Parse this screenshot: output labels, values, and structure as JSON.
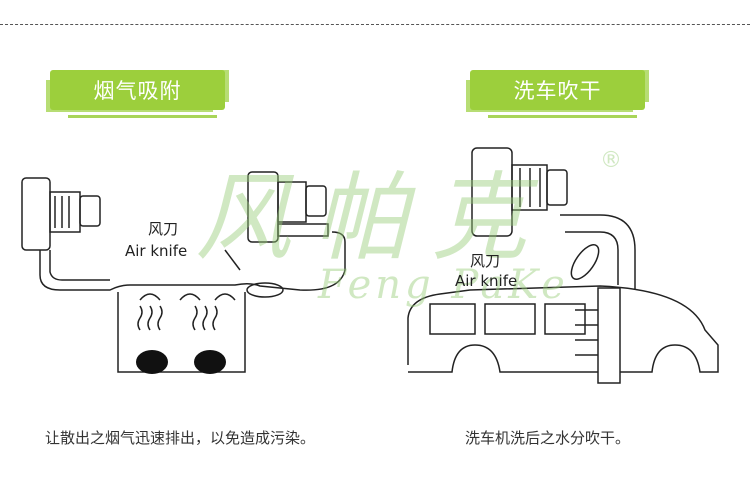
{
  "sections": [
    {
      "title": "烟气吸附",
      "label_cn": "风刀",
      "label_en": "Air knife",
      "caption": "让散出之烟气迅速排出，以免造成污染。"
    },
    {
      "title": "洗车吹干",
      "label_cn": "风刀",
      "label_en": "Air knife",
      "caption": "洗车机洗后之水分吹干。"
    }
  ],
  "watermark": {
    "cn": "风帕克",
    "en": "Feng PaKe",
    "mark": "®"
  },
  "colors": {
    "accent": "#9ccf3c",
    "watermark": "#96cd78"
  }
}
